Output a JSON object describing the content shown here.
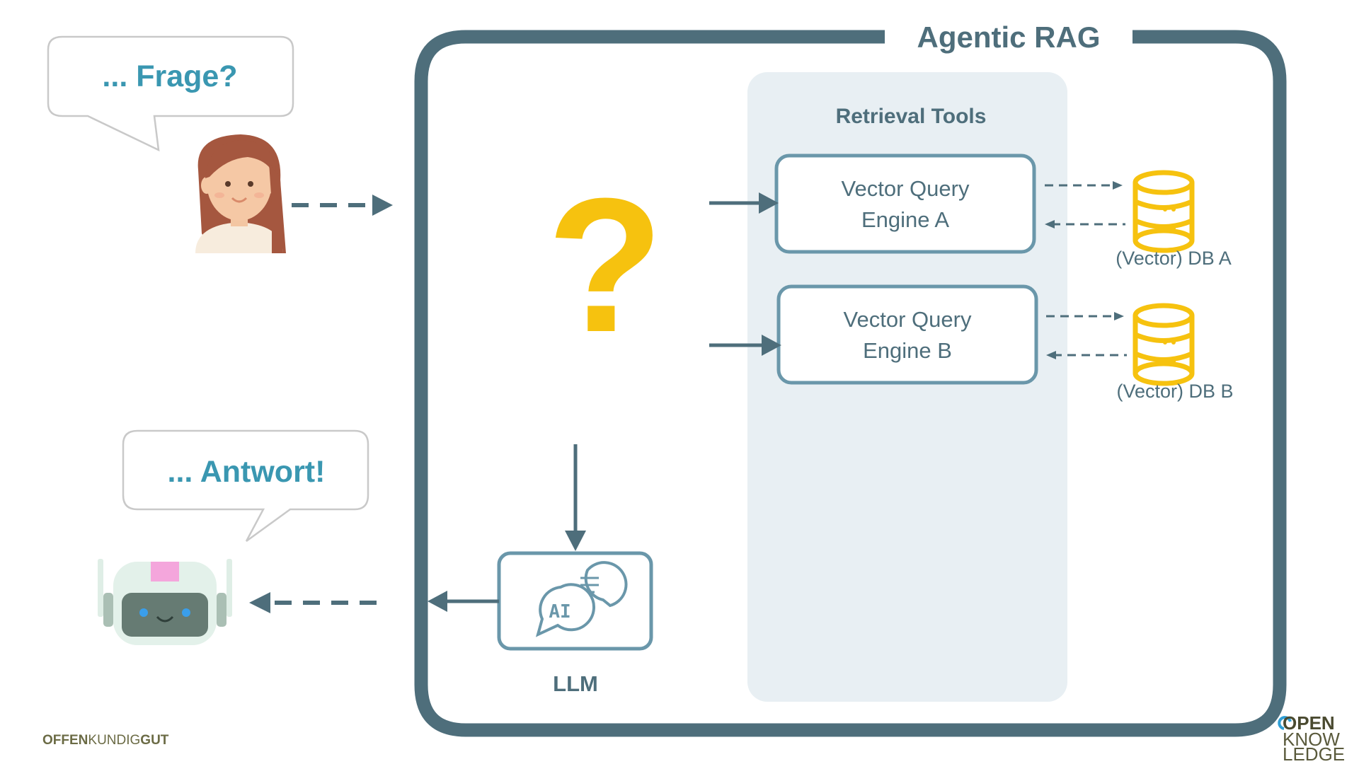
{
  "diagram": {
    "title": "Agentic RAG",
    "question_bubble": "... Frage?",
    "answer_bubble": "... Antwort!",
    "question_mark": "?",
    "retrieval_tools": {
      "title": "Retrieval Tools",
      "engines": [
        {
          "line1": "Vector Query",
          "line2": "Engine A"
        },
        {
          "line1": "Vector Query",
          "line2": "Engine B"
        }
      ]
    },
    "databases": [
      {
        "label": "(Vector) DB A"
      },
      {
        "label": "(Vector) DB B"
      }
    ],
    "llm": {
      "label": "LLM",
      "icon_text": "AI"
    }
  },
  "branding": {
    "left": {
      "part1": "OFFEN",
      "part2": "KUNDIG",
      "part3": "GUT"
    },
    "right": {
      "line1": "OPEN",
      "line2": "KNOW",
      "line3": "LEDGE"
    }
  },
  "colors": {
    "frame": "#4e6e7b",
    "accent_blue": "#3a97b1",
    "yellow": "#f6c20f",
    "panel": "#e8eff3",
    "box_border": "#6a97aa",
    "bubble_border": "#c9c9c9"
  },
  "icons": {
    "user": "woman-avatar-icon",
    "bot": "robot-icon",
    "database": "database-icon",
    "chat": "ai-chat-bubbles-icon"
  }
}
